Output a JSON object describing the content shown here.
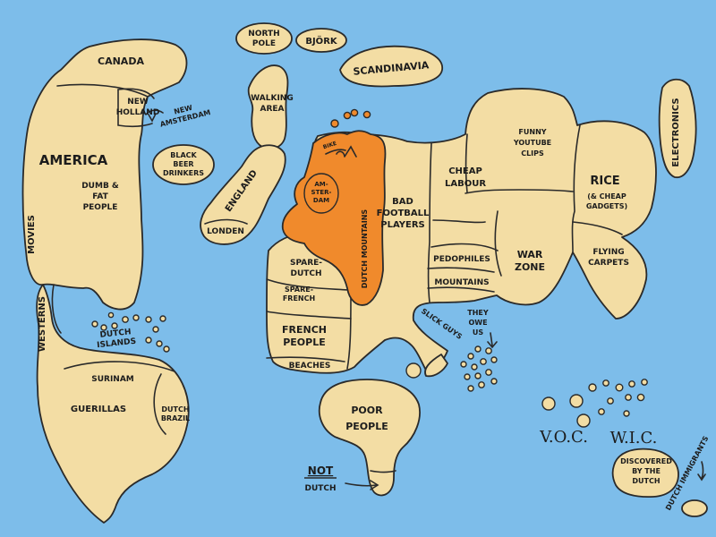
{
  "colors": {
    "ocean": "#7dbdea",
    "land": "#f3dda4",
    "netherlands": "#f08a2c",
    "ink": "#2a2a2a"
  },
  "labels": {
    "canada": "CANADA",
    "new_holland": [
      "NEW",
      "HOLLAND"
    ],
    "new_amsterdam": [
      "NEW",
      "AMSTERDAM"
    ],
    "america": "AMERICA",
    "dumb_fat_people": [
      "DUMB &",
      "FAT",
      "PEOPLE"
    ],
    "movies": "MOVIES",
    "westerns": "WESTERNS",
    "dutch_islands": [
      "DUTCH",
      "ISLANDS"
    ],
    "surinam": "SURINAM",
    "guerillas": "GUERILLAS",
    "dutch_brazil": [
      "DUTCH",
      "BRAZIL"
    ],
    "north_pole": [
      "NORTH",
      "POLE"
    ],
    "bjork": "BJÖRK",
    "scandinavia": "SCANDINAVIA",
    "walking_area": [
      "WALKING",
      "AREA"
    ],
    "black_beer_drinkers": [
      "BLACK",
      "BEER",
      "DRINKERS"
    ],
    "england": "ENGLAND",
    "londen": "LONDEN",
    "bike": "BIKE",
    "amsterdam": [
      "AM-",
      "STER-",
      "DAM"
    ],
    "dutch_mountains": "DUTCH MOUNTAINS",
    "spare_dutch": [
      "SPARE-",
      "DUTCH"
    ],
    "spare_french": [
      "SPARE-",
      "FRENCH"
    ],
    "french_people": [
      "FRENCH",
      "PEOPLE"
    ],
    "beaches": "BEACHES",
    "bad_football_players": [
      "BAD",
      "FOOTBALL",
      "PLAYERS"
    ],
    "cheap_labour": [
      "CHEAP",
      "LABOUR"
    ],
    "pedophiles": "PEDOPHILES",
    "mountains": "MOUNTAINS",
    "slick_guys": "SLICK GUYS",
    "funny_youtube_clips": [
      "FUNNY",
      "YOUTUBE",
      "CLIPS"
    ],
    "rice": "RICE",
    "cheap_gadgets": [
      "(& CHEAP",
      "GADGETS)"
    ],
    "war_zone": [
      "WAR",
      "ZONE"
    ],
    "flying_carpets": [
      "FLYING",
      "CARPETS"
    ],
    "electronics": "ELECTRONICS",
    "they_owe_us": [
      "THEY",
      "OWE",
      "US"
    ],
    "poor_people": [
      "POOR",
      "PEOPLE"
    ],
    "not": "NOT",
    "dutch": "DUTCH",
    "voc": "V.O.C.",
    "wic": "W.I.C.",
    "discovered_by_the_dutch": [
      "DISCOVERED",
      "BY THE",
      "DUTCH"
    ],
    "dutch_immigrants": "DUTCH IMMIGRANTS"
  }
}
